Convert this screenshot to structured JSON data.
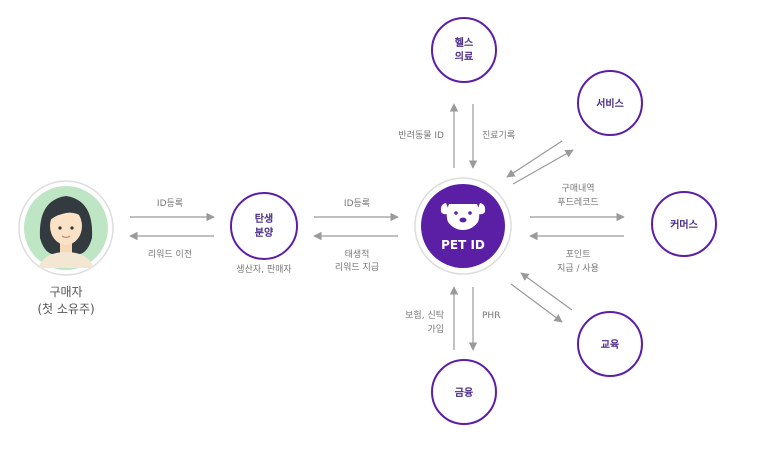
{
  "colors": {
    "accent": "#5b1fa6",
    "node_border": "#5b1fa6",
    "arrow": "#9a9a9a",
    "label": "#777777",
    "avatar_bg": "#bfe6c4"
  },
  "buyer": {
    "line1": "구매자",
    "line2": "(첫 소유주)"
  },
  "birth_node": {
    "line1": "탄생",
    "line2": "분양",
    "caption": "생산자, 판매자"
  },
  "center": {
    "icon": "dog-face-icon",
    "label": "PET ID"
  },
  "nodes": {
    "health": {
      "line1": "헬스",
      "line2": "의료"
    },
    "service": {
      "line1": "서비스"
    },
    "commerce": {
      "line1": "커머스"
    },
    "education": {
      "line1": "교육"
    },
    "finance": {
      "line1": "금융"
    }
  },
  "edges": {
    "buyer_to_birth": "ID등록",
    "birth_to_buyer": "리워드 이전",
    "birth_to_center": "ID등록",
    "center_to_birth_1": "태생적",
    "center_to_birth_2": "리워드 지급",
    "center_to_health": "반려동물 ID",
    "health_to_center": "진료기록",
    "center_to_commerce_1": "구매내역",
    "center_to_commerce_2": "푸드레코드",
    "commerce_to_center_1": "포인트",
    "commerce_to_center_2": "지급 / 사용",
    "finance_to_center_1": "보험, 신탁",
    "finance_to_center_2": "가입",
    "center_to_finance": "PHR"
  }
}
